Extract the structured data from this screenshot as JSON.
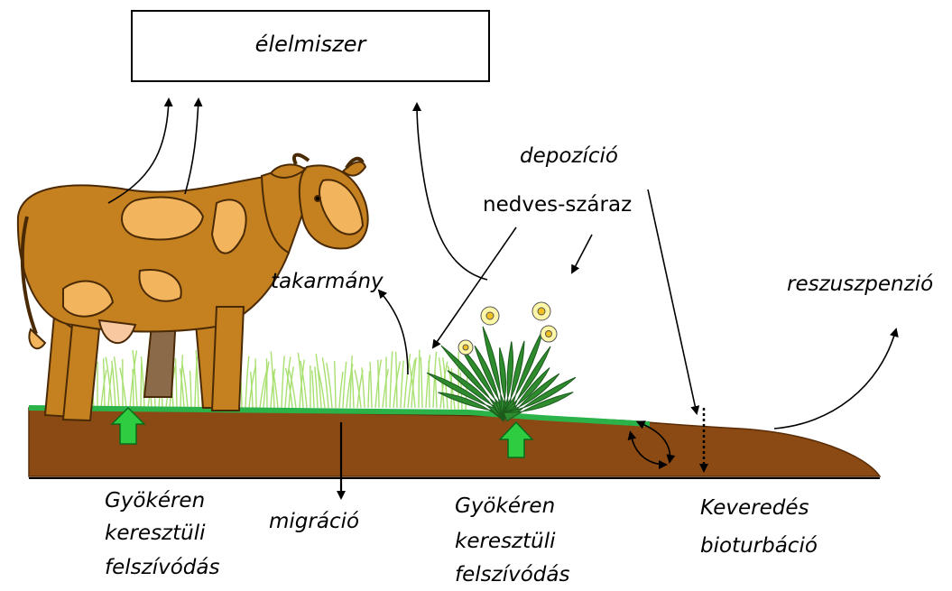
{
  "box": {
    "label": "élelmiszer"
  },
  "labels": {
    "depozicio": "depozíció",
    "nedves_szaraz": "nedves-száraz",
    "takarmany": "takarmány",
    "reszuszpenzio": "reszuszpenzió",
    "root_left": [
      "Gyökéren",
      "keresztüli",
      "felszívódás"
    ],
    "migracio": "migráció",
    "root_right": [
      "Gyökéren",
      "keresztüli",
      "felszívódás"
    ],
    "mixing": [
      "Keveredés",
      "bioturbáció"
    ]
  },
  "colors": {
    "soil": "#8b4a13",
    "soil_edge": "#5a2d08",
    "grass_line": "#2bb34a",
    "grass_blades": "#a8e070",
    "uptake_arrow": "#2ecc40",
    "cow_body": "#c5801f",
    "cow_patch": "#f2b45c",
    "flower": "#fff7a8",
    "leaves": "#2e8b2e"
  }
}
